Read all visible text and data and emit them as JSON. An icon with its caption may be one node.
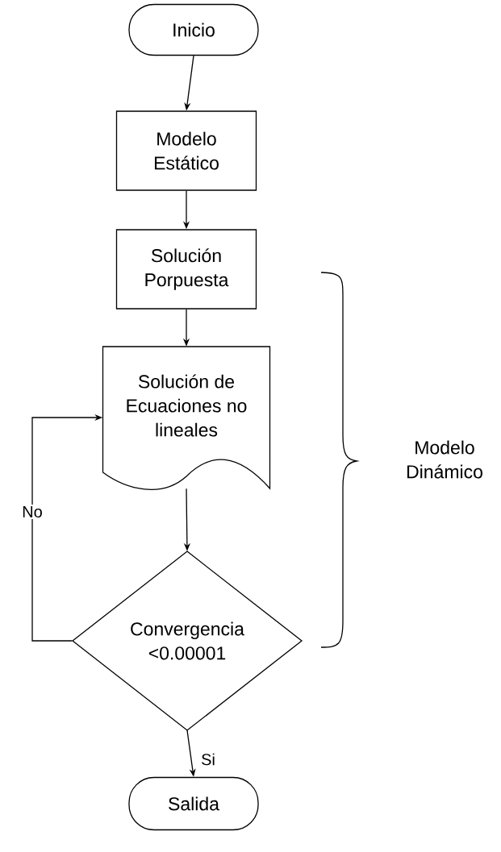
{
  "diagram": {
    "nodes": [
      {
        "text": [
          "Inicio"
        ]
      },
      {
        "text": [
          "Modelo Estático"
        ]
      },
      {
        "text": [
          "Solución Porpuesta"
        ]
      },
      {
        "text": [
          "Solución de Ecuaciones no lineales"
        ]
      },
      {
        "text": [
          "Convergencia <0.00001"
        ]
      },
      {
        "text": [
          "Salida"
        ]
      }
    ],
    "edges": [
      {
        "from": 0,
        "to": 1,
        "arrow": "to"
      },
      {
        "from": 1,
        "to": 2,
        "arrow": "to"
      },
      {
        "from": 2,
        "to": 3,
        "arrow": "to"
      },
      {
        "from": 3,
        "to": 4,
        "arrow": "to"
      },
      {
        "from": 4,
        "to": 3,
        "arrow": "to",
        "label": "No"
      },
      {
        "from": 4,
        "to": 5,
        "arrow": "to",
        "label": "Si"
      }
    ],
    "labels": [
      "Modelo Dinámico"
    ]
  }
}
